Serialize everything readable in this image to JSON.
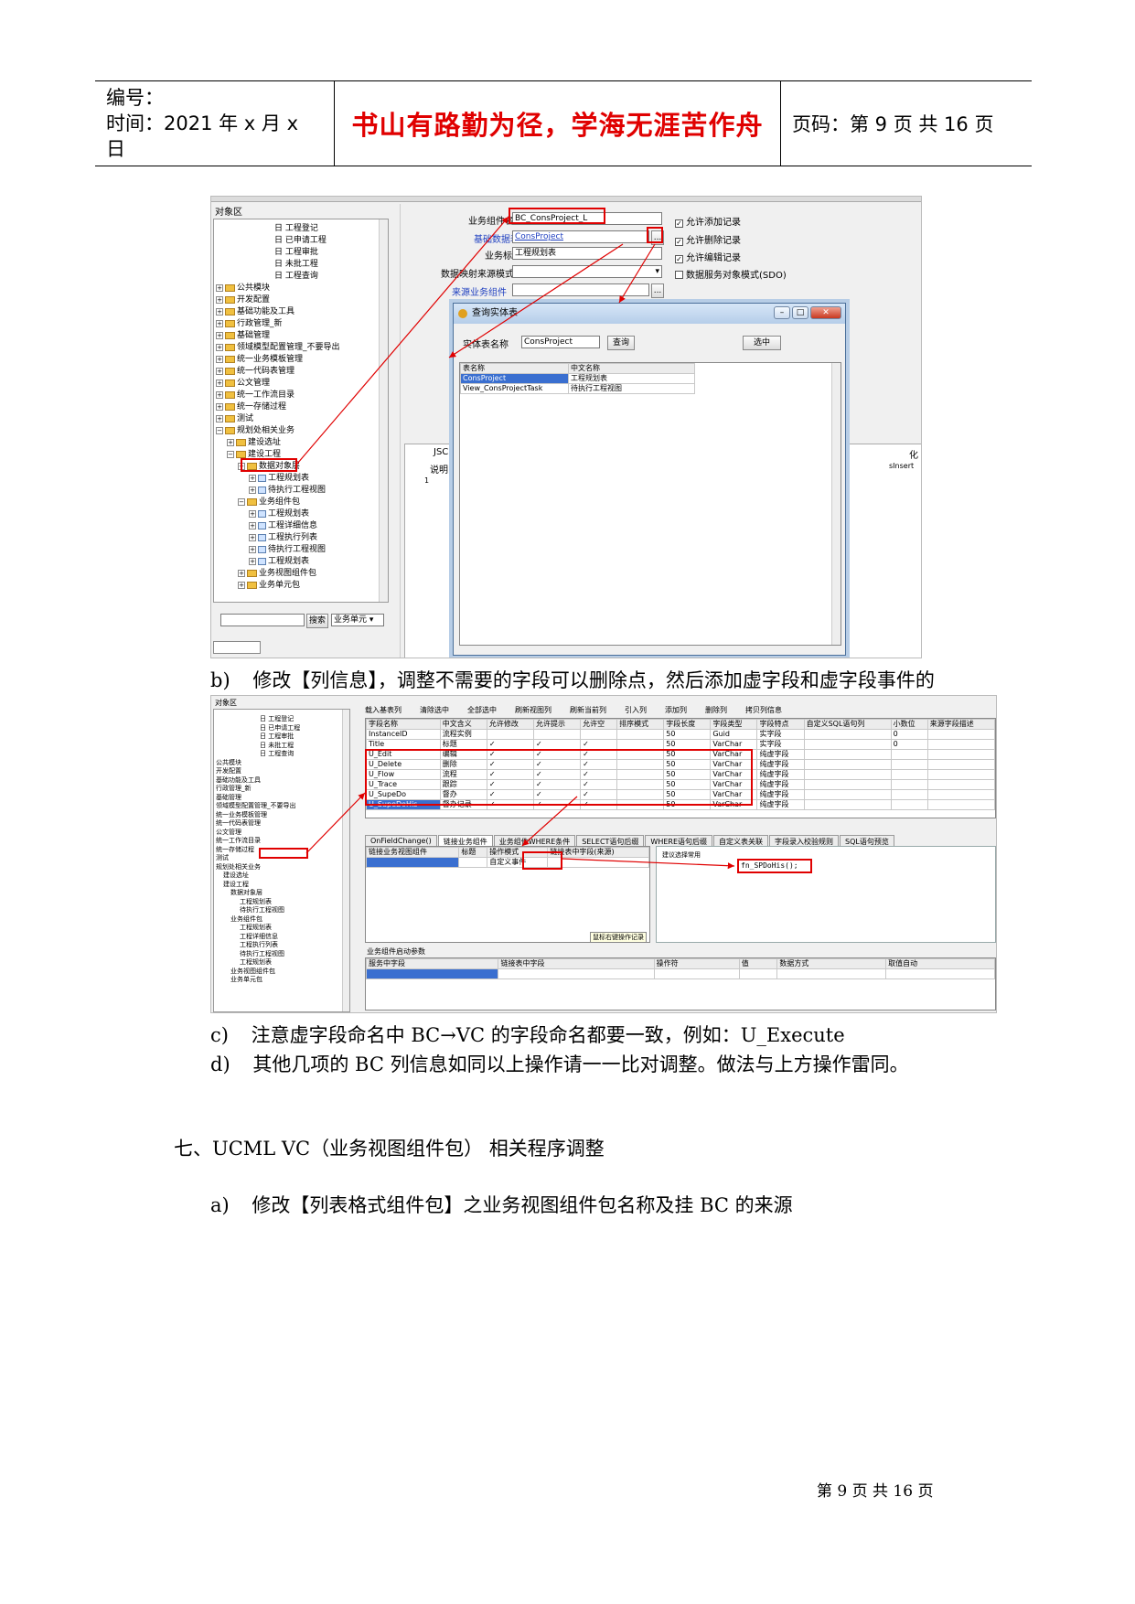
{
  "header": {
    "number_label": "编号：",
    "time_label": "时间：2021 年 x 月 x 日",
    "motto": "书山有路勤为径，学海无涯苦作舟",
    "page_label": "页码：第 9 页  共 16 页"
  },
  "shot1": {
    "panel_title": "对象区",
    "tree": [
      "日 工程登记",
      "日 已申请工程",
      "日 工程审批",
      "日 未批工程",
      "日 工程查询",
      "公共模块",
      "开发配置",
      "基础功能及工具",
      "行政管理_新",
      "基础管理",
      "领域模型配置管理_不要导出",
      "统一业务模板管理",
      "统一代码表管理",
      "公文管理",
      "统一工作流目录",
      "统一存储过程",
      "测试",
      "规划处相关业务",
      "建设选址",
      "建设工程",
      "数据对象层",
      "工程规划表",
      "待执行工程视图",
      "业务组件包",
      "工程规划表",
      "工程详细信息",
      "工程执行列表",
      "待执行工程视图",
      "工程规划表",
      "业务视图组件包",
      "业务单元包"
    ],
    "search_button": "搜索",
    "search_select": "业务单元",
    "form": {
      "name_label": "业务组件名称",
      "name_value": "BC_ConsProject_L",
      "base_label": "基础数据表",
      "base_value": "ConsProject",
      "title_label": "业务标题",
      "title_value": "工程规划表",
      "map_label": "数据映射来源模式",
      "source_label": "来源业务组件",
      "ellipsis": "...",
      "chk_add": "允许添加记录",
      "chk_del": "允许删除记录",
      "chk_edit": "允许编辑记录",
      "chk_sdo": "数据服务对象模式(SDO)"
    },
    "bg_fragments": [
      "JSC",
      "说明",
      "1",
      "化",
      "sInsert"
    ],
    "dialog": {
      "title": "查询实体表",
      "entity_label": "实体表名称",
      "entity_value": "ConsProject",
      "query_button": "查询",
      "select_button": "选中",
      "columns": [
        "表名称",
        "中文名称"
      ],
      "rows": [
        [
          "ConsProject",
          "工程规划表"
        ],
        [
          "View_ConsProjectTask",
          "待执行工程视图"
        ]
      ]
    }
  },
  "para_b": {
    "marker": "b)",
    "text": "修改【列信息】，调整不需要的字段可以删除点，然后添加虚字段和虚字段事件的"
  },
  "shot2": {
    "panel_title": "对象区",
    "toolbar": [
      "载入基表列",
      "清除选中",
      "全部选中",
      "刷新视图列",
      "刷新当前列",
      "引入列",
      "添加列",
      "删除列",
      "拷贝列信息"
    ],
    "columns": [
      "字段名称",
      "中文含义",
      "允许修改",
      "允许提示",
      "允许空",
      "排序模式",
      "字段长度",
      "字段类型",
      "字段特点",
      "自定义SQL语句列",
      "小数位",
      "来源字段描述"
    ],
    "rows": [
      [
        "InstanceID",
        "流程实例",
        "",
        "",
        "",
        "",
        "50",
        "Guid",
        "实字段",
        "",
        "0",
        ""
      ],
      [
        "Title",
        "标题",
        "✓",
        "✓",
        "✓",
        "",
        "50",
        "VarChar",
        "实字段",
        "",
        "0",
        ""
      ],
      [
        "U_Edit",
        "编辑",
        "✓",
        "✓",
        "✓",
        "",
        "50",
        "VarChar",
        "纯虚字段",
        "",
        "",
        ""
      ],
      [
        "U_Delete",
        "删除",
        "✓",
        "✓",
        "✓",
        "",
        "50",
        "VarChar",
        "纯虚字段",
        "",
        "",
        ""
      ],
      [
        "U_Flow",
        "流程",
        "✓",
        "✓",
        "✓",
        "",
        "50",
        "VarChar",
        "纯虚字段",
        "",
        "",
        ""
      ],
      [
        "U_Trace",
        "跟踪",
        "✓",
        "✓",
        "✓",
        "",
        "50",
        "VarChar",
        "纯虚字段",
        "",
        "",
        ""
      ],
      [
        "U_SupeDo",
        "督办",
        "✓",
        "✓",
        "✓",
        "",
        "50",
        "VarChar",
        "纯虚字段",
        "",
        "",
        ""
      ],
      [
        "U_SupeDoHis",
        "督办记录",
        "✓",
        "✓",
        "✓",
        "",
        "50",
        "VarChar",
        "纯虚字段",
        "",
        "",
        ""
      ]
    ],
    "tabs": [
      "OnFieldChange()",
      "链接业务组件",
      "业务组件WHERE条件",
      "SELECT语句后缀",
      "WHERE语句后缀",
      "自定义表关联",
      "字段录入校验规则",
      "SQL语句预览"
    ],
    "sub_columns": [
      "链接业务视图组件",
      "标题",
      "操作模式",
      "链接表中字段(来源)"
    ],
    "op_mode": "自定义事件",
    "script_hint": "建议选择常用",
    "script_value": "fn_SPDoHis();",
    "tooltip": "鼠标右键操作记录",
    "bottom_title": "业务组件启动参数",
    "bottom_columns": [
      "服务中字段",
      "链接表中字段",
      "操作符",
      "值",
      "数据方式",
      "取值自动"
    ]
  },
  "para_c": {
    "marker": "c)",
    "text": "注意虚字段命名中 BC→VC 的字段命名都要一致，例如：U_Execute"
  },
  "para_d": {
    "marker": "d)",
    "text": "其他几项的 BC 列信息如同以上操作请一一比对调整。做法与上方操作雷同。"
  },
  "section7": {
    "title": "七、UCML VC（业务视图组件包） 相关程序调整"
  },
  "para_a": {
    "marker": "a)",
    "text": "修改【列表格式组件包】之业务视图组件包名称及挂 BC 的来源"
  },
  "footer": "第 9 页 共 16 页"
}
